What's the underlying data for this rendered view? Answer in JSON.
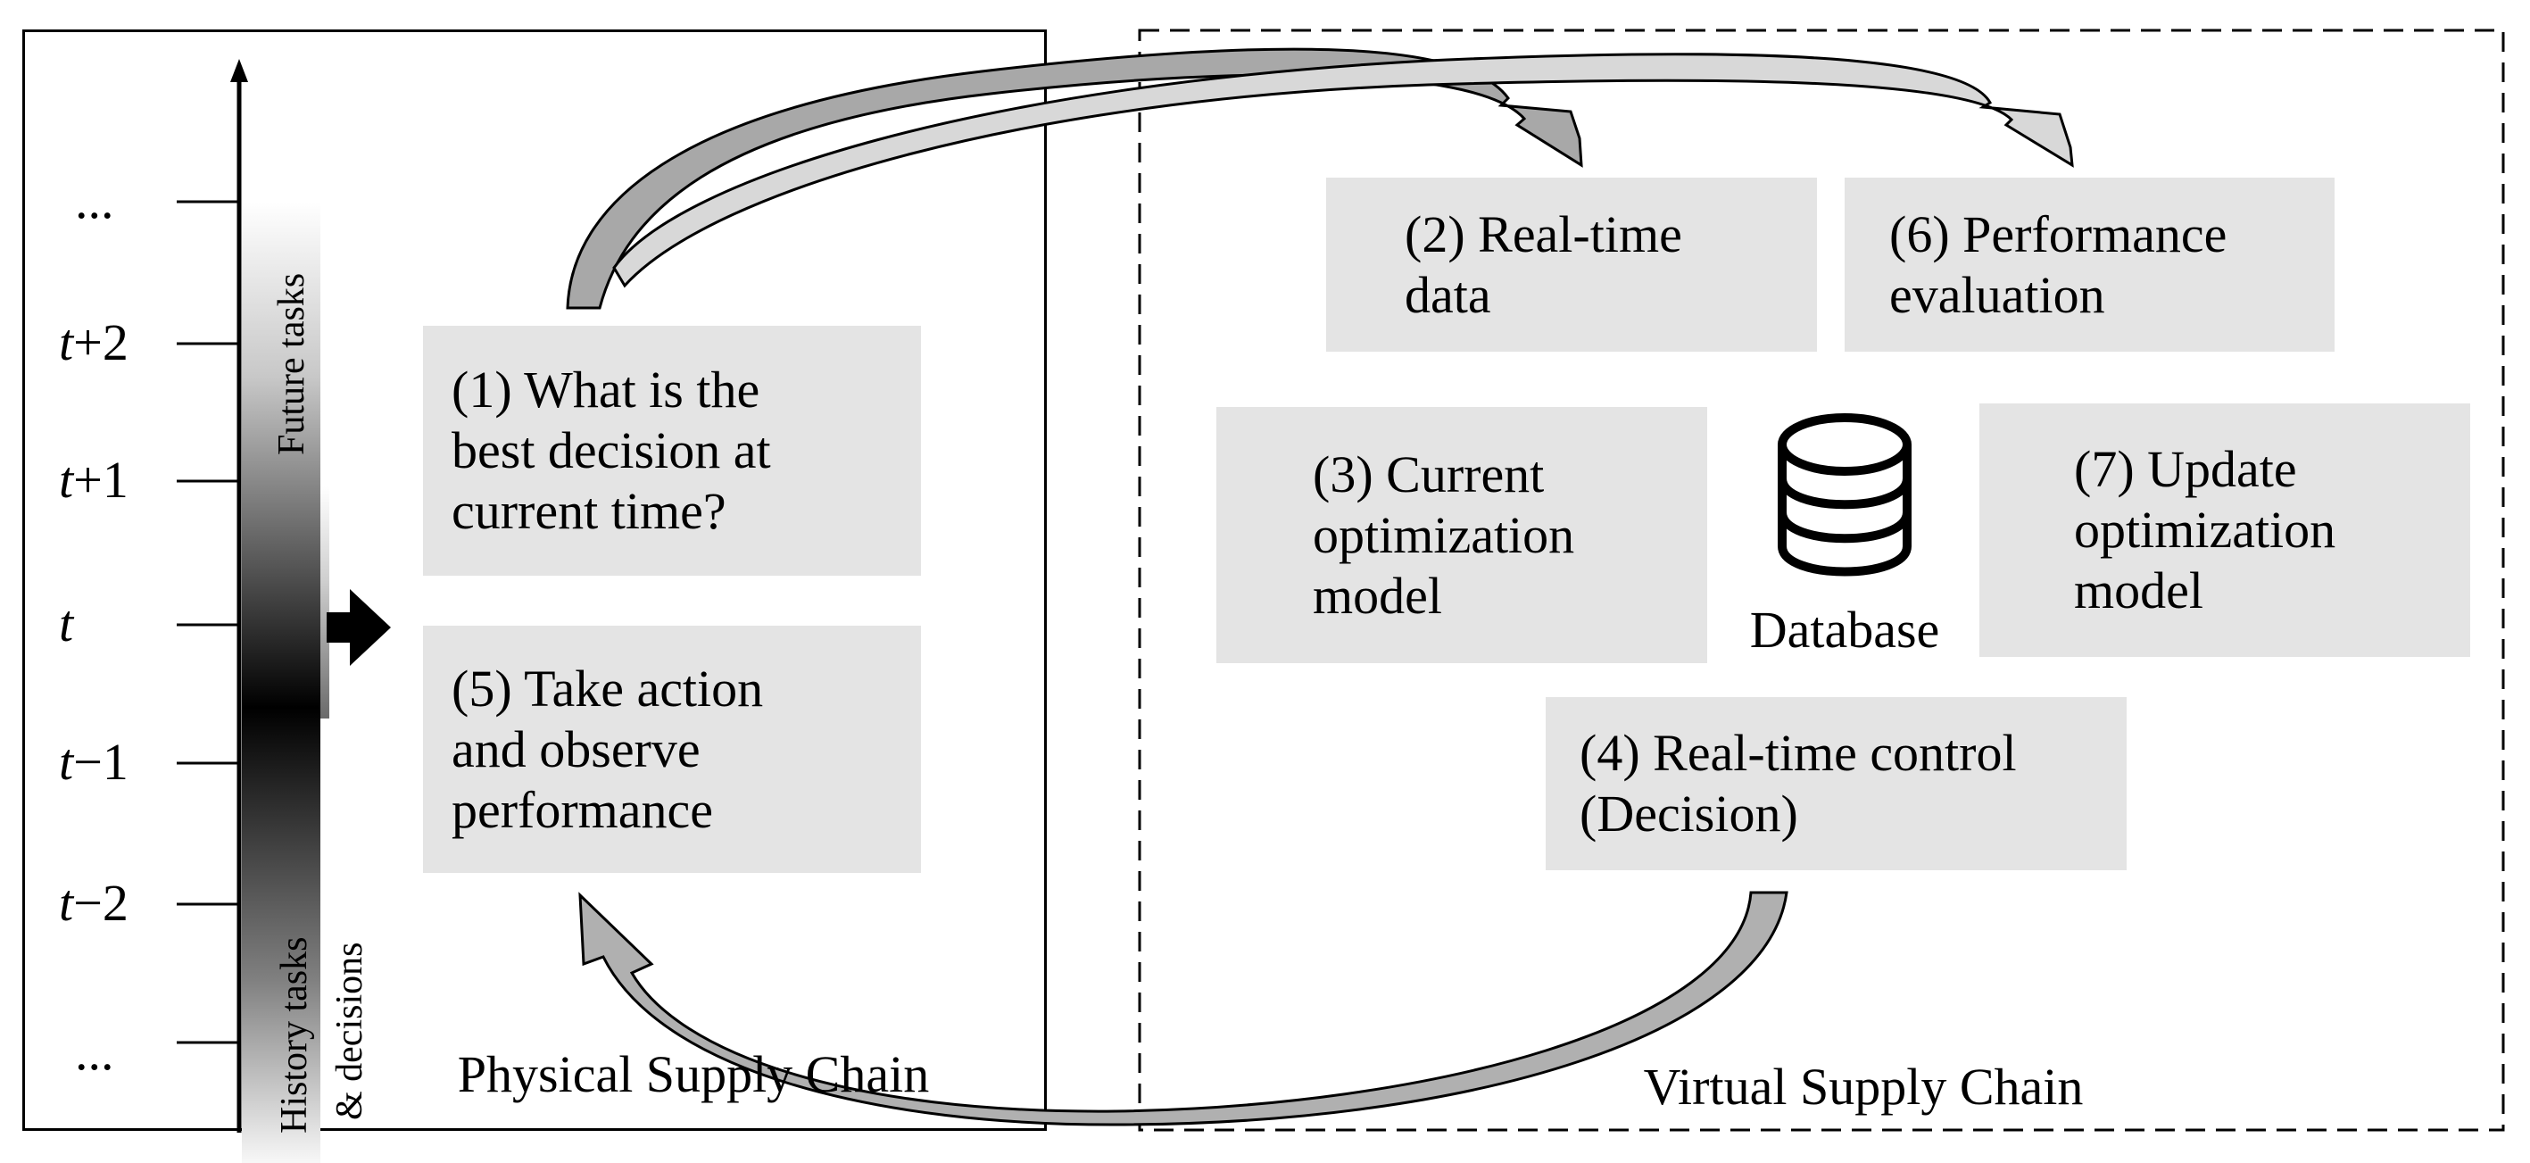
{
  "timeline": {
    "ticks": [
      {
        "var": "",
        "op": "",
        "num": "...",
        "plain": "..."
      },
      {
        "var": "t",
        "op": "+",
        "num": "2"
      },
      {
        "var": "t",
        "op": "+",
        "num": "1"
      },
      {
        "var": "t",
        "op": "",
        "num": ""
      },
      {
        "var": "t",
        "op": "−",
        "num": "1"
      },
      {
        "var": "t",
        "op": "−",
        "num": "2"
      },
      {
        "var": "",
        "op": "",
        "num": "...",
        "plain": "..."
      }
    ],
    "future_label": "Future tasks",
    "history_label_line1": "History tasks",
    "history_label_line2": "& decisions"
  },
  "physical": {
    "title": "Physical Supply Chain",
    "boxes": {
      "step1": {
        "lines": [
          "(1) What is the",
          "best decision at",
          "current time?"
        ]
      },
      "step5": {
        "lines": [
          "(5) Take action",
          "and observe",
          "performance"
        ]
      }
    }
  },
  "virtual": {
    "title": "Virtual Supply Chain",
    "boxes": {
      "step2": {
        "lines": [
          "(2) Real-time",
          "data"
        ]
      },
      "step6": {
        "lines": [
          "(6) Performance",
          "evaluation"
        ]
      },
      "step3": {
        "lines": [
          "(3) Current",
          "optimization",
          "model"
        ]
      },
      "step7": {
        "lines": [
          "(7) Update",
          "optimization",
          "model"
        ]
      },
      "step4": {
        "lines": [
          "(4) Real-time control",
          "(Decision)"
        ]
      }
    },
    "database_label": "Database"
  },
  "colors": {
    "box_fill": "#e4e4e4",
    "arrow_fill": "#a8a8a8",
    "arrow_fill_light": "#d8d8d8",
    "line": "#000000"
  }
}
